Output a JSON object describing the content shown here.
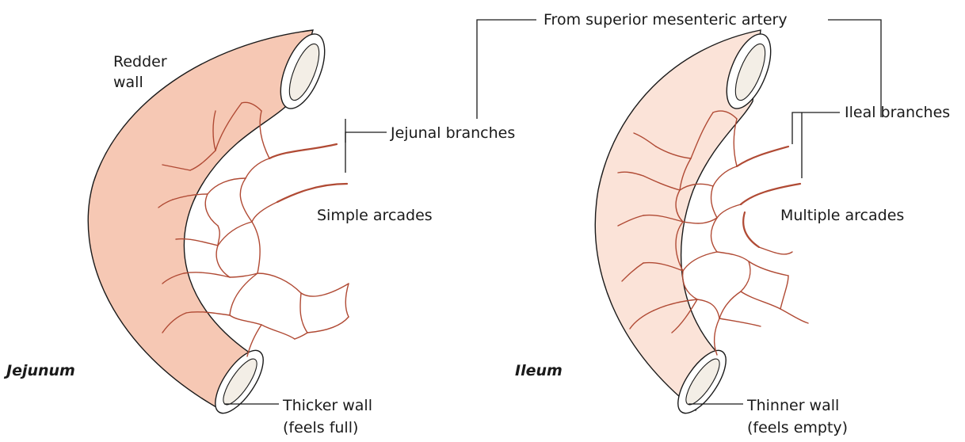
{
  "colors": {
    "jejunum_wall": "#f6c8b4",
    "ileum_wall": "#fbe3d8",
    "vessel": "#b04a34",
    "lumen_ring": "#ffffff",
    "lumen_inner": "#f3eee6"
  },
  "labels": {
    "from_sma": "From superior mesenteric artery",
    "redder_wall_1": "Redder",
    "redder_wall_2": "wall",
    "jejunal_branches": "Jejunal branches",
    "ileal_branches": "Ileal branches",
    "simple_arcades": "Simple arcades",
    "multiple_arcades": "Multiple arcades",
    "jejunum": "Jejunum",
    "ileum": "Ileum",
    "thicker_wall_1": "Thicker wall",
    "thicker_wall_2": "(feels full)",
    "thinner_wall_1": "Thinner wall",
    "thinner_wall_2": "(feels empty)"
  }
}
